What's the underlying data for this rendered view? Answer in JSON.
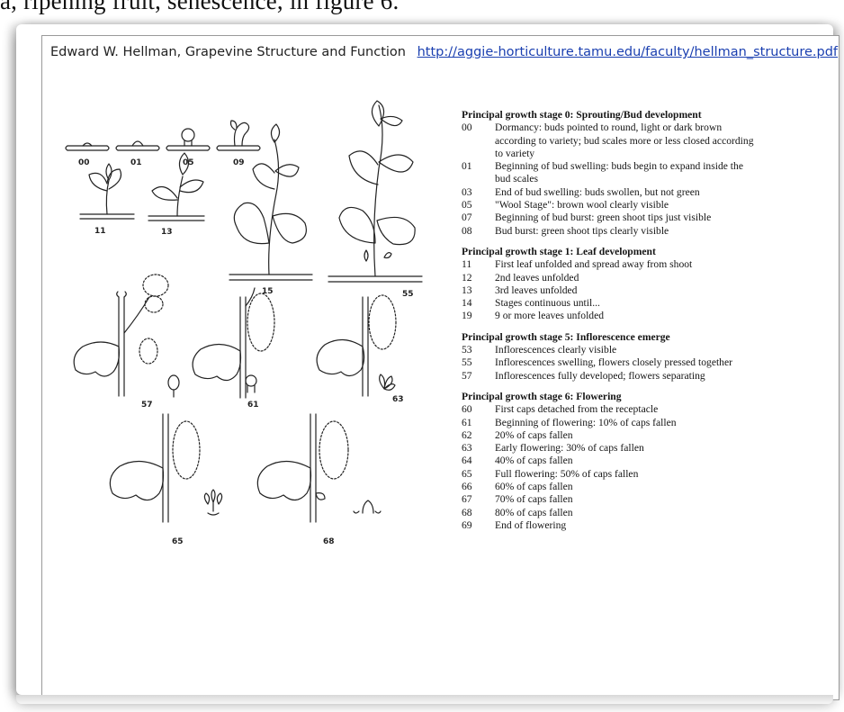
{
  "caption": "a, ripening fruit, senescence, in figure 6.",
  "header": {
    "citation": "Edward W. Hellman, Grapevine Structure and Function",
    "link": "http://aggie-horticulture.tamu.edu/faculty/hellman_structure.pdf"
  },
  "figure_labels": {
    "s00": "00",
    "s01": "01",
    "s05": "05",
    "s09": "09",
    "s11": "11",
    "s13": "13",
    "s15": "15",
    "s55": "55",
    "s57": "57",
    "s61": "61",
    "s63": "63",
    "s65": "65",
    "s68": "68"
  },
  "stages": [
    {
      "heading": "Principal growth stage 0: Sprouting/Bud development",
      "rows": [
        {
          "code": "00",
          "desc": "Dormancy: buds pointed to round, light or dark brown according to variety; bud scales more or less closed according to variety"
        },
        {
          "code": "01",
          "desc": "Beginning of bud swelling: buds begin to expand inside the bud scales"
        },
        {
          "code": "03",
          "desc": "End of bud swelling: buds swollen, but not green"
        },
        {
          "code": "05",
          "desc": "\"Wool Stage\": brown wool clearly visible"
        },
        {
          "code": "07",
          "desc": "Beginning of bud burst: green shoot tips just visible"
        },
        {
          "code": "08",
          "desc": "Bud burst: green shoot tips clearly visible"
        }
      ]
    },
    {
      "heading": "Principal growth stage 1: Leaf development",
      "rows": [
        {
          "code": "11",
          "desc": "First leaf unfolded and spread away from shoot"
        },
        {
          "code": "12",
          "desc": "2nd leaves unfolded"
        },
        {
          "code": "13",
          "desc": "3rd leaves unfolded"
        },
        {
          "code": "14",
          "desc": "Stages continuous until..."
        },
        {
          "code": "19",
          "desc": "9 or more leaves unfolded"
        }
      ]
    },
    {
      "heading": "Principal growth stage 5: Inflorescence emerge",
      "rows": [
        {
          "code": "53",
          "desc": "Inflorescences clearly visible"
        },
        {
          "code": "55",
          "desc": "Inflorescences swelling, flowers closely pressed together"
        },
        {
          "code": "57",
          "desc": "Inflorescences fully developed; flowers separating"
        }
      ]
    },
    {
      "heading": "Principal growth stage 6: Flowering",
      "rows": [
        {
          "code": "60",
          "desc": "First caps detached from the receptacle"
        },
        {
          "code": "61",
          "desc": "Beginning of flowering: 10% of caps fallen"
        },
        {
          "code": "62",
          "desc": "20% of caps fallen"
        },
        {
          "code": "63",
          "desc": "Early flowering: 30% of caps fallen"
        },
        {
          "code": "64",
          "desc": "40% of caps fallen"
        },
        {
          "code": "65",
          "desc": "Full flowering: 50% of caps fallen"
        },
        {
          "code": "66",
          "desc": "60% of caps fallen"
        },
        {
          "code": "67",
          "desc": "70% of caps fallen"
        },
        {
          "code": "68",
          "desc": "80% of caps fallen"
        },
        {
          "code": "69",
          "desc": "End of flowering"
        }
      ]
    }
  ]
}
